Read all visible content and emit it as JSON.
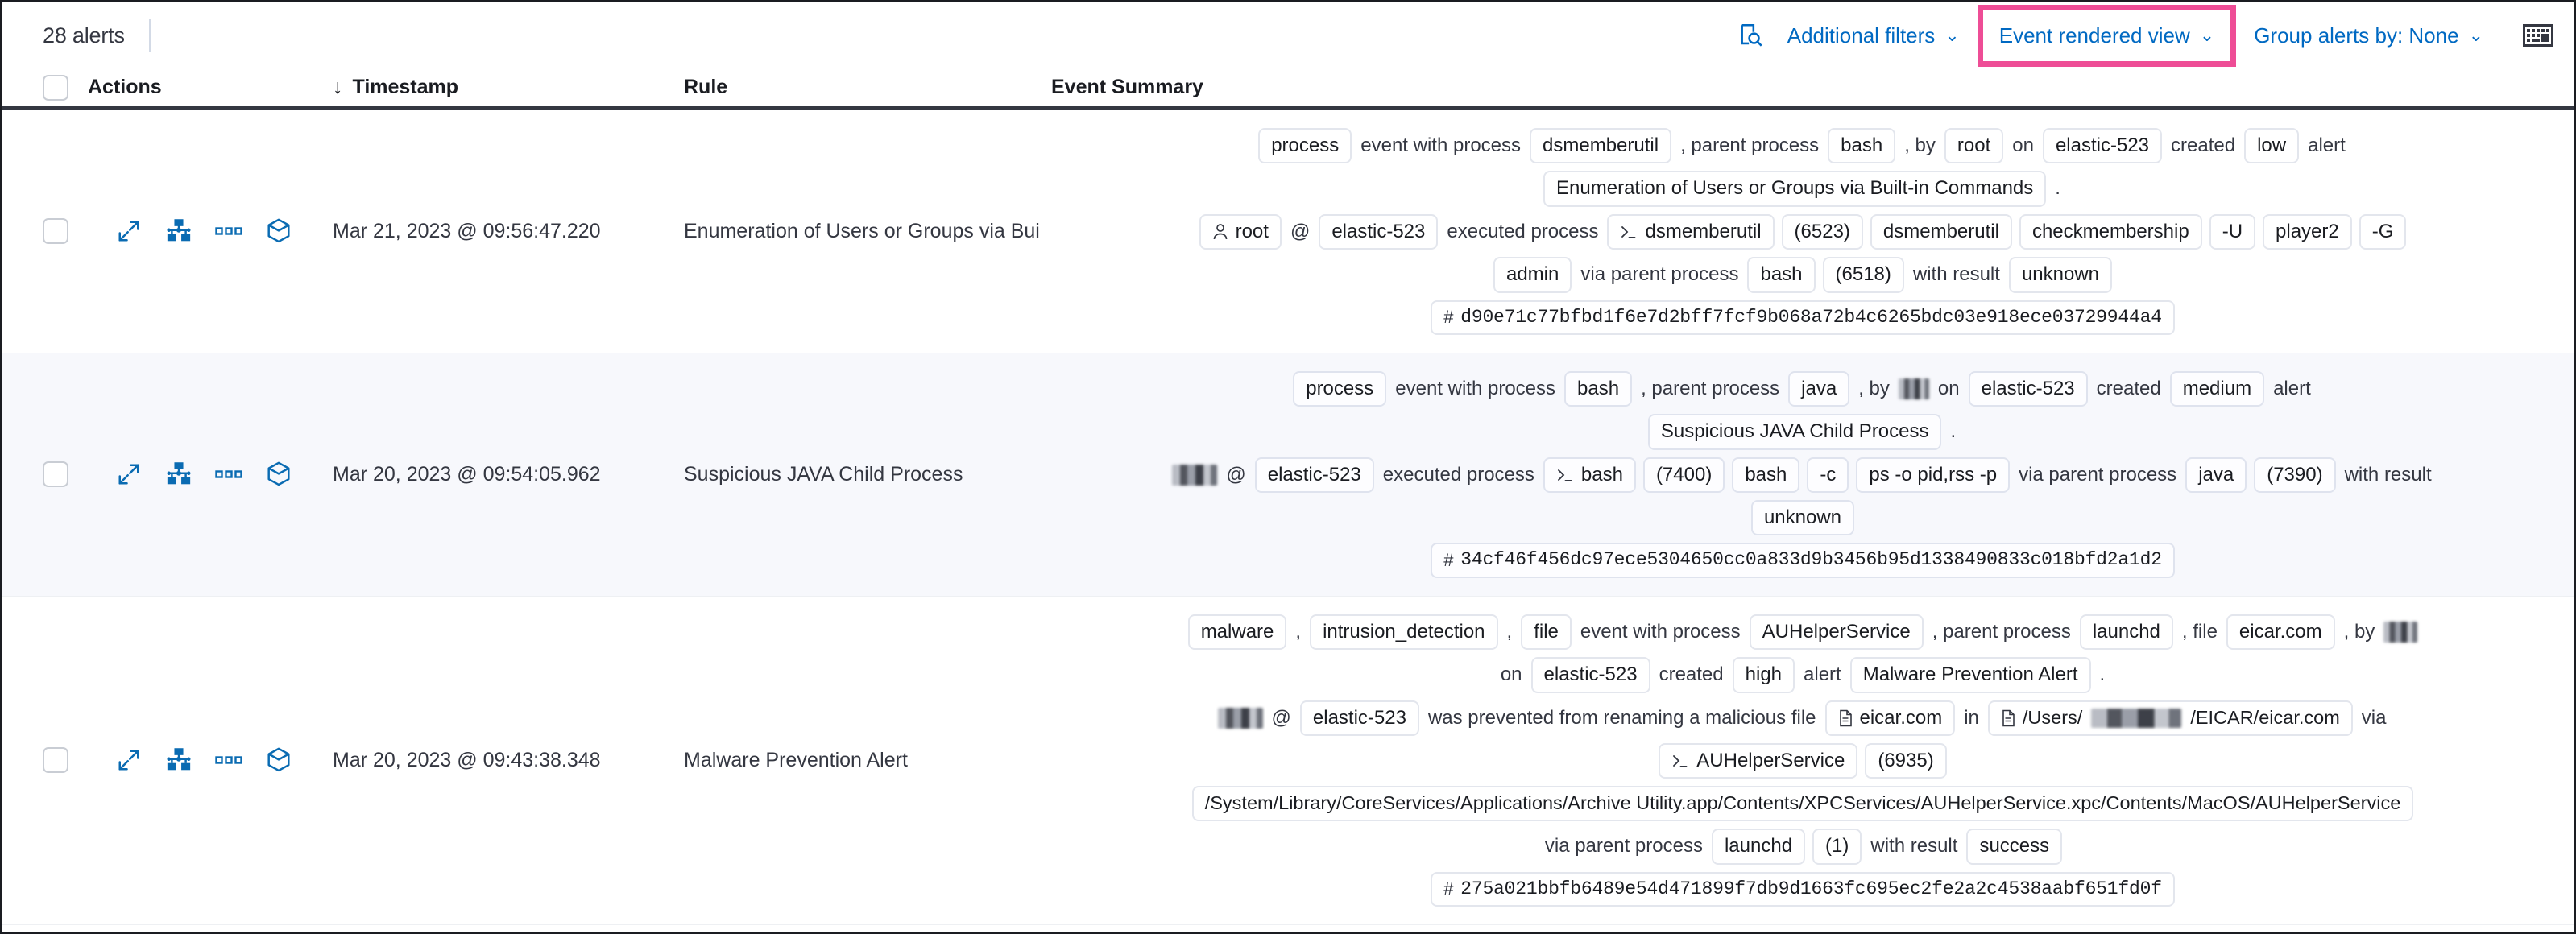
{
  "toolbar": {
    "alert_count": "28 alerts",
    "inspect_icon": "inspect-search-icon",
    "additional_filters": "Additional filters",
    "event_rendered_view": "Event rendered view",
    "group_alerts_by": "Group alerts by: None",
    "chevron": "⌄",
    "keyboard_icon": "keyboard-shortcut-icon",
    "highlight_color": "#ee4d96",
    "link_color": "#0069c2"
  },
  "table": {
    "headers": {
      "actions": "Actions",
      "timestamp": "Timestamp",
      "rule": "Rule",
      "event_summary": "Event Summary",
      "sort_arrow": "↓"
    },
    "row_actions": [
      {
        "name": "expand-alert-details-icon"
      },
      {
        "name": "analyze-event-icon"
      },
      {
        "name": "more-actions-icon"
      },
      {
        "name": "session-view-icon"
      }
    ],
    "rows": [
      {
        "timestamp": "Mar 21, 2023 @ 09:56:47.220",
        "rule": "Enumeration of Users or Groups via Bui",
        "summary_lines": [
          [
            {
              "t": "chip",
              "v": "process"
            },
            {
              "t": "text",
              "v": "event with process"
            },
            {
              "t": "chip",
              "v": "dsmemberutil"
            },
            {
              "t": "text",
              "v": ", parent process"
            },
            {
              "t": "chip",
              "v": "bash"
            },
            {
              "t": "text",
              "v": ", by"
            },
            {
              "t": "chip",
              "v": "root"
            },
            {
              "t": "text",
              "v": "on"
            },
            {
              "t": "chip",
              "v": "elastic-523"
            },
            {
              "t": "text",
              "v": "created"
            },
            {
              "t": "chip",
              "v": "low"
            },
            {
              "t": "text",
              "v": "alert"
            }
          ],
          [
            {
              "t": "chip",
              "v": "Enumeration of Users or Groups via Built-in Commands"
            },
            {
              "t": "text",
              "v": "."
            }
          ],
          [
            {
              "t": "chip",
              "v": "root",
              "icon": "user-icon"
            },
            {
              "t": "text",
              "v": "@"
            },
            {
              "t": "chip",
              "v": "elastic-523"
            },
            {
              "t": "text",
              "v": "executed process"
            },
            {
              "t": "chip",
              "v": "dsmemberutil",
              "icon": "console-icon"
            },
            {
              "t": "chip",
              "v": "(6523)"
            },
            {
              "t": "chip",
              "v": "dsmemberutil"
            },
            {
              "t": "chip",
              "v": "checkmembership"
            },
            {
              "t": "chip",
              "v": "-U"
            },
            {
              "t": "chip",
              "v": "player2"
            },
            {
              "t": "chip",
              "v": "-G"
            }
          ],
          [
            {
              "t": "chip",
              "v": "admin"
            },
            {
              "t": "text",
              "v": "via parent process"
            },
            {
              "t": "chip",
              "v": "bash"
            },
            {
              "t": "chip",
              "v": "(6518)"
            },
            {
              "t": "text",
              "v": "with result"
            },
            {
              "t": "chip",
              "v": "unknown"
            }
          ],
          [
            {
              "t": "hash",
              "v": "d90e71c77bfbd1f6e7d2bff7fcf9b068a72b4c6265bdc03e918ece03729944a4"
            }
          ]
        ]
      },
      {
        "timestamp": "Mar 20, 2023 @ 09:54:05.962",
        "rule": "Suspicious JAVA Child Process",
        "summary_lines": [
          [
            {
              "t": "chip",
              "v": "process"
            },
            {
              "t": "text",
              "v": "event with process"
            },
            {
              "t": "chip",
              "v": "bash"
            },
            {
              "t": "text",
              "v": ", parent process"
            },
            {
              "t": "chip",
              "v": "java"
            },
            {
              "t": "text",
              "v": ", by"
            },
            {
              "t": "redact",
              "v": "",
              "w": "w1"
            },
            {
              "t": "text",
              "v": "on"
            },
            {
              "t": "chip",
              "v": "elastic-523"
            },
            {
              "t": "text",
              "v": "created"
            },
            {
              "t": "chip",
              "v": "medium"
            },
            {
              "t": "text",
              "v": "alert"
            }
          ],
          [
            {
              "t": "chip",
              "v": "Suspicious JAVA Child Process"
            },
            {
              "t": "text",
              "v": "."
            }
          ],
          [
            {
              "t": "redact",
              "v": "",
              "w": "w5"
            },
            {
              "t": "text",
              "v": "@"
            },
            {
              "t": "chip",
              "v": "elastic-523"
            },
            {
              "t": "text",
              "v": "executed process"
            },
            {
              "t": "chip",
              "v": "bash",
              "icon": "console-icon"
            },
            {
              "t": "chip",
              "v": "(7400)"
            },
            {
              "t": "chip",
              "v": "bash"
            },
            {
              "t": "chip",
              "v": "-c"
            },
            {
              "t": "chip",
              "v": "ps -o pid,rss -p"
            },
            {
              "t": "text",
              "v": "via parent process"
            },
            {
              "t": "chip",
              "v": "java"
            },
            {
              "t": "chip",
              "v": "(7390)"
            },
            {
              "t": "text",
              "v": "with result"
            }
          ],
          [
            {
              "t": "chip",
              "v": "unknown"
            }
          ],
          [
            {
              "t": "hash",
              "v": "34cf46f456dc97ece5304650cc0a833d9b3456b95d1338490833c018bfd2a1d2"
            }
          ]
        ]
      },
      {
        "timestamp": "Mar 20, 2023 @ 09:43:38.348",
        "rule": "Malware Prevention Alert",
        "summary_lines": [
          [
            {
              "t": "chip",
              "v": "malware"
            },
            {
              "t": "text",
              "v": ","
            },
            {
              "t": "chip",
              "v": "intrusion_detection"
            },
            {
              "t": "text",
              "v": ","
            },
            {
              "t": "chip",
              "v": "file"
            },
            {
              "t": "text",
              "v": "event with process"
            },
            {
              "t": "chip",
              "v": "AUHelperService"
            },
            {
              "t": "text",
              "v": ", parent process"
            },
            {
              "t": "chip",
              "v": "launchd"
            },
            {
              "t": "text",
              "v": ", file"
            },
            {
              "t": "chip",
              "v": "eicar.com"
            },
            {
              "t": "text",
              "v": ", by"
            },
            {
              "t": "redact",
              "v": "",
              "w": "w6"
            }
          ],
          [
            {
              "t": "text",
              "v": "on"
            },
            {
              "t": "chip",
              "v": "elastic-523"
            },
            {
              "t": "text",
              "v": "created"
            },
            {
              "t": "chip",
              "v": "high"
            },
            {
              "t": "text",
              "v": "alert"
            },
            {
              "t": "chip",
              "v": "Malware Prevention Alert"
            },
            {
              "t": "text",
              "v": "."
            }
          ],
          [
            {
              "t": "redact",
              "v": "",
              "w": "w5"
            },
            {
              "t": "text",
              "v": "@"
            },
            {
              "t": "chip",
              "v": "elastic-523"
            },
            {
              "t": "text",
              "v": "was prevented from renaming a malicious file"
            },
            {
              "t": "chip",
              "v": "eicar.com",
              "icon": "file-icon"
            },
            {
              "t": "text",
              "v": "in"
            },
            {
              "t": "chip-path-redacted",
              "prefix": "/Users/",
              "suffix": "/EICAR/eicar.com",
              "icon": "file-icon"
            },
            {
              "t": "text",
              "v": "via"
            }
          ],
          [
            {
              "t": "chip",
              "v": "AUHelperService",
              "icon": "console-icon"
            },
            {
              "t": "chip",
              "v": "(6935)"
            }
          ],
          [
            {
              "t": "chip",
              "v": "/System/Library/CoreServices/Applications/Archive Utility.app/Contents/XPCServices/AUHelperService.xpc/Contents/MacOS/AUHelperService",
              "cls": "path"
            }
          ],
          [
            {
              "t": "text",
              "v": "via parent process"
            },
            {
              "t": "chip",
              "v": "launchd"
            },
            {
              "t": "chip",
              "v": "(1)"
            },
            {
              "t": "text",
              "v": "with result"
            },
            {
              "t": "chip",
              "v": "success"
            }
          ],
          [
            {
              "t": "hash",
              "v": "275a021bbfb6489e54d471899f7db9d1663fc695ec2fe2a2c4538aabf651fd0f"
            }
          ]
        ]
      }
    ]
  }
}
